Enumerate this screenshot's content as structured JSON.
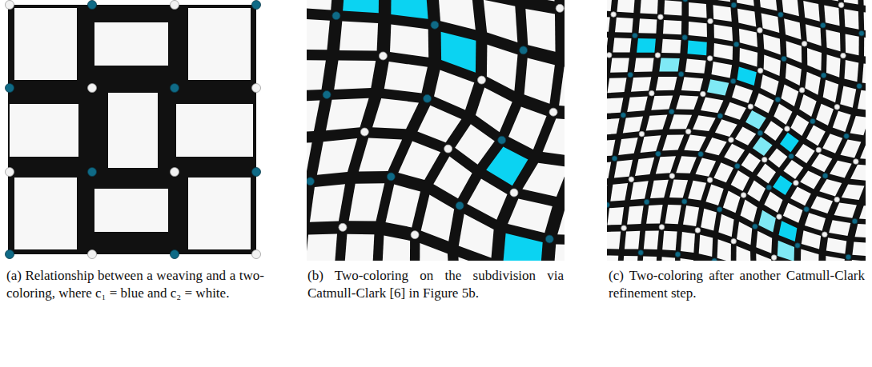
{
  "diagram": {
    "labels": [
      "(a) Relationship between a weaving and a two-coloring, where c₁ = blue and c₂ = white.",
      "(b) Two-coloring on the subdivision via Catmull-Clark [6] in Figure 5b.",
      "(c) Two-coloring after another Catmull-Clark refinement step."
    ]
  }
}
